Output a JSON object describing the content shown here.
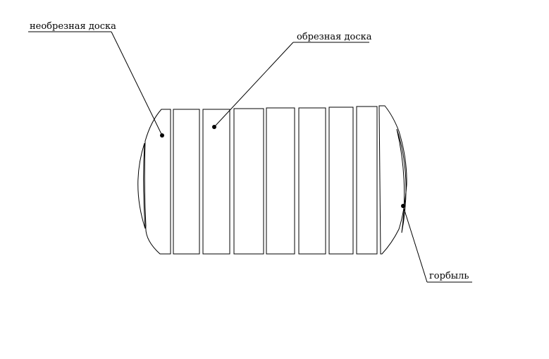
{
  "labels": {
    "unedged_board": "необрезная доска",
    "edged_board": "обрезная доска",
    "slab": "горбыль"
  }
}
